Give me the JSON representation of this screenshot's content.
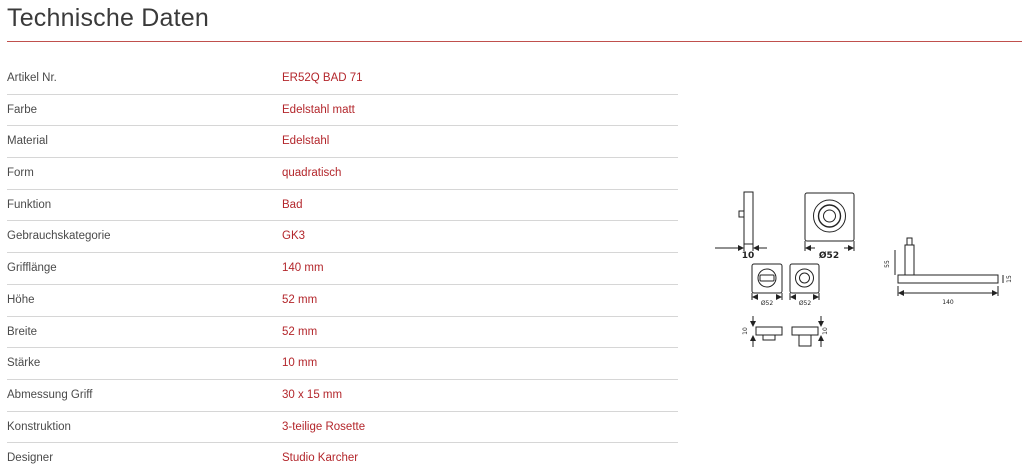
{
  "header": {
    "title": "Technische Daten"
  },
  "specs": [
    {
      "label": "Artikel Nr.",
      "value": "ER52Q BAD 71"
    },
    {
      "label": "Farbe",
      "value": "Edelstahl matt"
    },
    {
      "label": "Material",
      "value": "Edelstahl"
    },
    {
      "label": "Form",
      "value": "quadratisch"
    },
    {
      "label": "Funktion",
      "value": "Bad"
    },
    {
      "label": "Gebrauchskategorie",
      "value": "GK3"
    },
    {
      "label": "Grifflänge",
      "value": "140 mm"
    },
    {
      "label": "Höhe",
      "value": "52 mm"
    },
    {
      "label": "Breite",
      "value": "52 mm"
    },
    {
      "label": "Stärke",
      "value": "10 mm"
    },
    {
      "label": "Abmessung Griff",
      "value": "30 x 15 mm"
    },
    {
      "label": "Konstruktion",
      "value": "3-teilige Rosette"
    },
    {
      "label": "Designer",
      "value": "Studio Karcher"
    }
  ],
  "drawing": {
    "rosette_side_label": "10",
    "rosette_front_label": "Ø52",
    "escutcheon_left_label": "Ø52",
    "escutcheon_right_label": "Ø52",
    "escutcheon_left_side_label": "10",
    "escutcheon_right_side_label": "10",
    "handle_height_label": "55",
    "handle_thickness_label": "15",
    "handle_length_label": "140"
  },
  "colors": {
    "accent": "#b3262b",
    "rule": "#c0504d",
    "text": "#4a4a4a"
  }
}
